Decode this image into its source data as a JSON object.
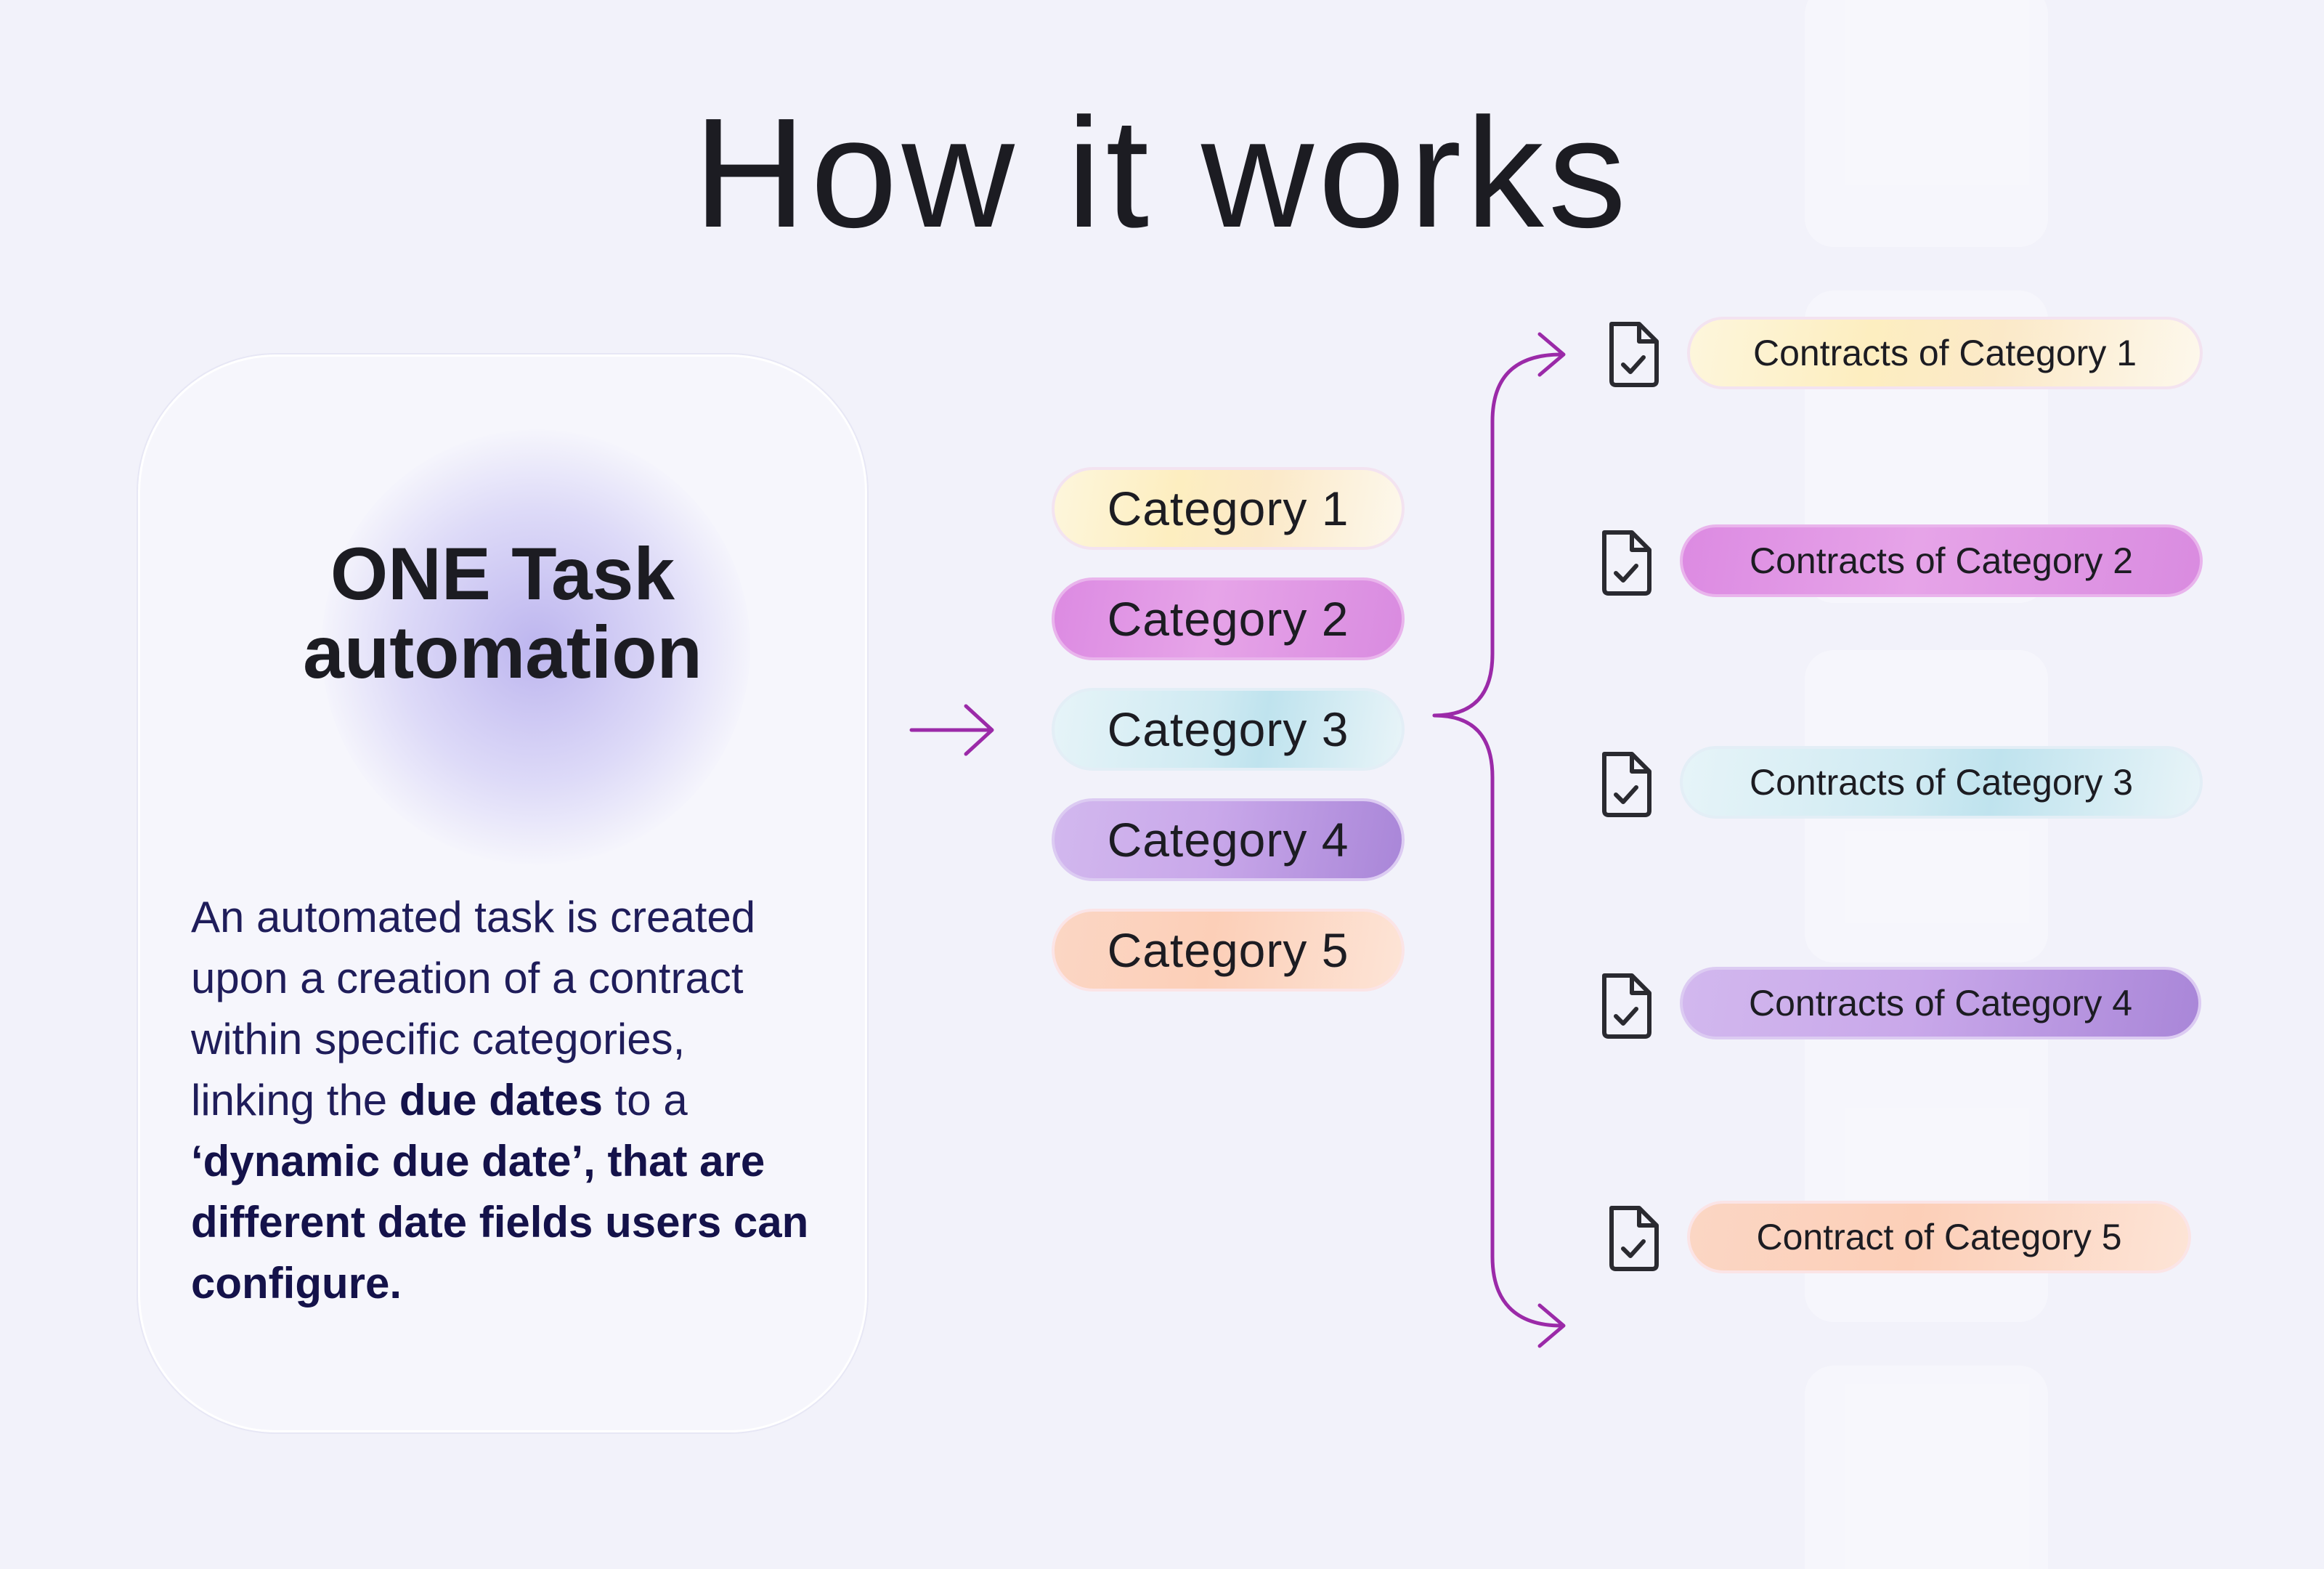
{
  "title": "How it works",
  "card": {
    "heading_line1": "ONE Task",
    "heading_line2": "automation",
    "text_part1": "An automated task is created upon a creation of a contract within specific categories, linking the ",
    "text_bold1": "due dates",
    "text_part2": " to a ",
    "text_bold2": "‘dynamic due date’, that are different date fields users can configure."
  },
  "categories": [
    "Category 1",
    "Category 2",
    "Category 3",
    "Category 4",
    "Category 5"
  ],
  "contracts": [
    "Contracts of Category 1",
    "Contracts of Category 2",
    "Contracts of Category 3",
    "Contracts of Category 4",
    "Contract of Category 5"
  ],
  "icons": {
    "arrow": "arrow-right-icon",
    "brace": "curly-brace-icon",
    "document": "document-check-icon"
  },
  "colors": {
    "accent": "#9b2aa8",
    "text_dark": "#1c1c22",
    "text_navy": "#1f1d5a"
  }
}
